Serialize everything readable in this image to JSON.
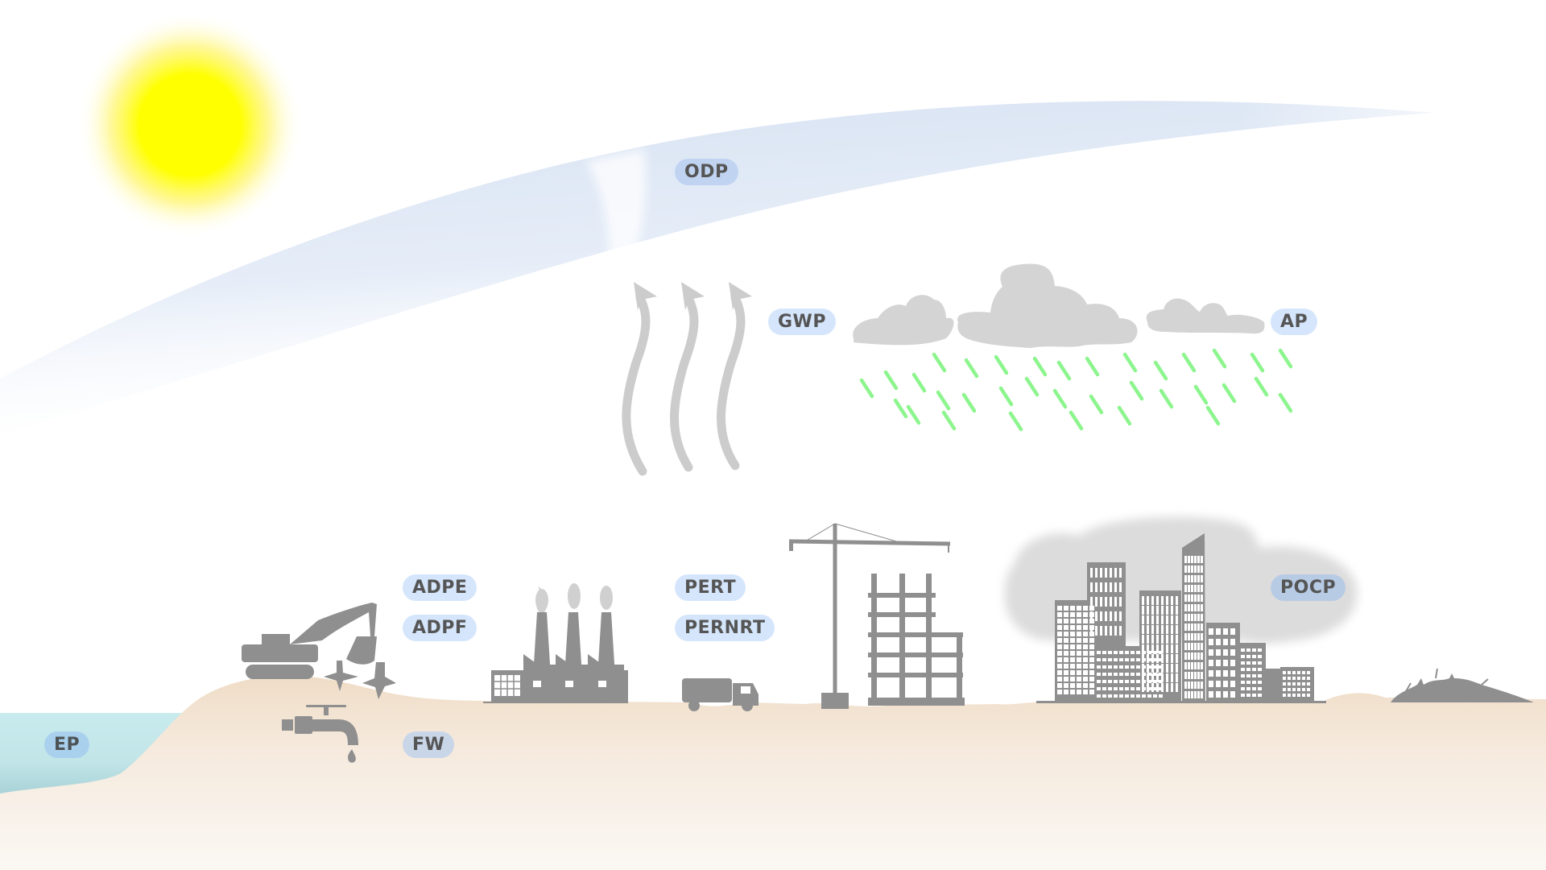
{
  "diagram": {
    "title": "Life cycle environmental impact categories",
    "labels": {
      "odp": "ODP",
      "gwp": "GWP",
      "ap": "AP",
      "adpe": "ADPE",
      "adpf": "ADPF",
      "pert": "PERT",
      "pernrt": "PERNRT",
      "pocp": "POCP",
      "ep": "EP",
      "fw": "FW"
    },
    "icons": [
      "sun-icon",
      "ozone-layer-band",
      "heat-arrows-icon",
      "rain-clouds-icon",
      "excavator-icon",
      "mineral-deposit-icon",
      "water-tap-icon",
      "factory-icon",
      "truck-icon",
      "crane-icon",
      "building-frame-icon",
      "smog-cloud-icon",
      "city-skyline-icon",
      "waste-pile-icon",
      "sea-water-area"
    ],
    "colors": {
      "sun": "#ffff00",
      "sky_band": "#d9e4f3",
      "pill": "#d5e6fc",
      "label_text": "#555555",
      "icon_gray": "#8f8f8f",
      "cloud_gray": "#d4d4d4",
      "acid_rain": "#8df58d",
      "ground": "#f0e2d2",
      "sea": "#c6eaed"
    }
  }
}
